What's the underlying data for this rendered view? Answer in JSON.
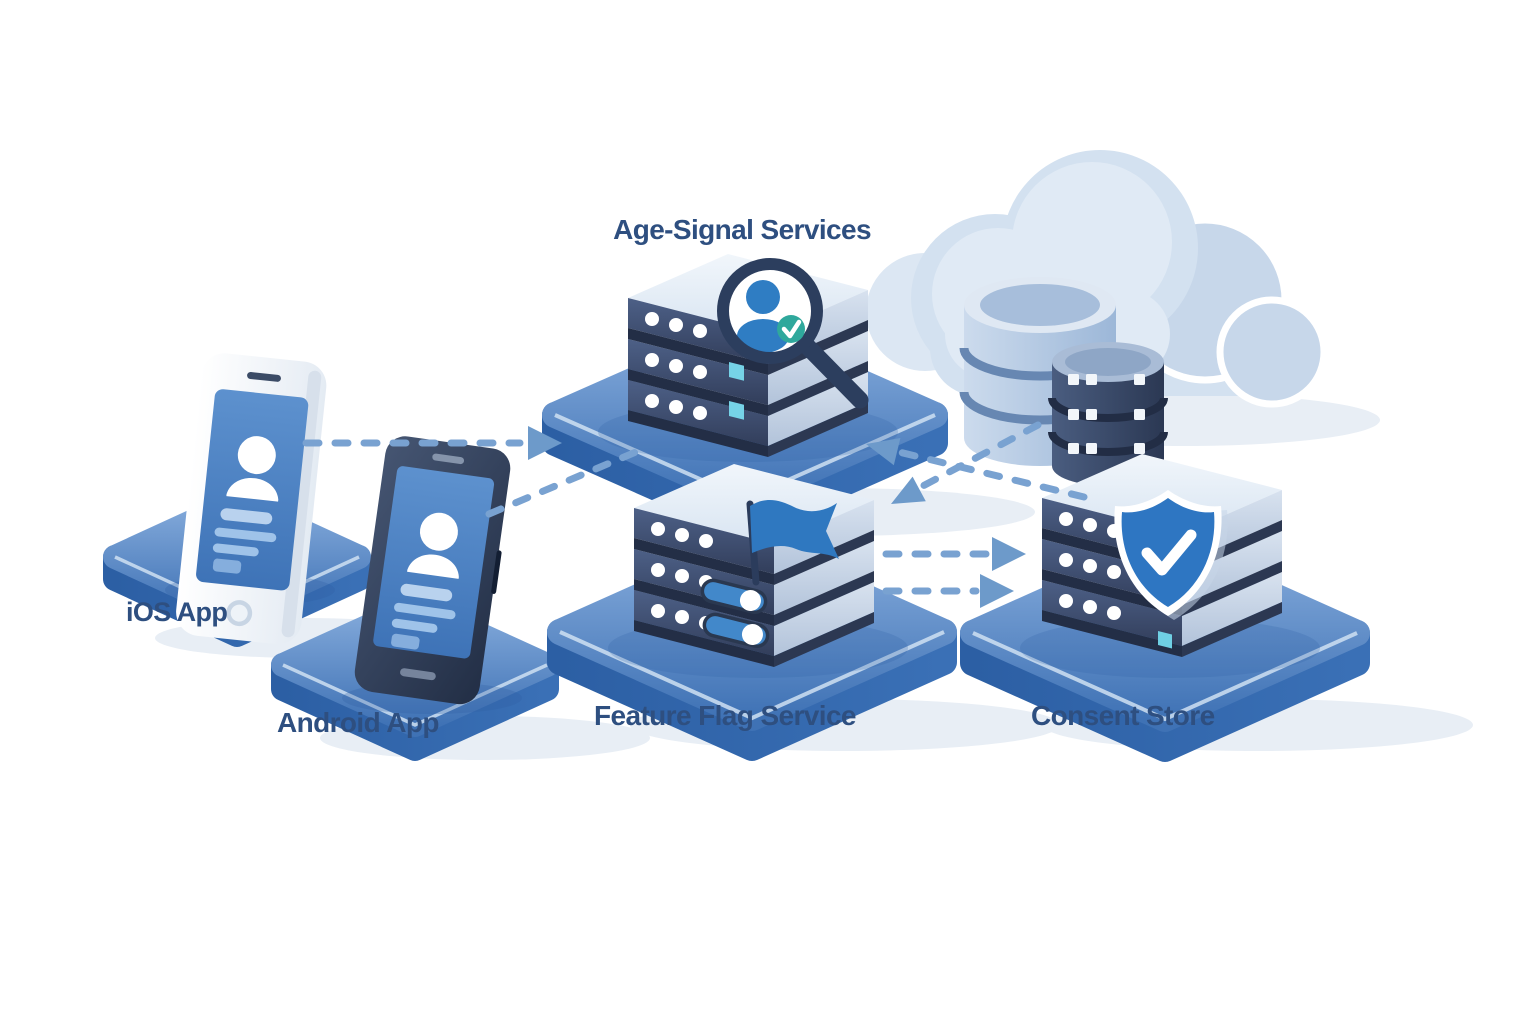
{
  "diagram": {
    "type": "system-architecture-illustration",
    "background": "#ffffff",
    "nodes": [
      {
        "id": "ios-app",
        "label": "iOS App",
        "icon": "smartphone-user-profile"
      },
      {
        "id": "android-app",
        "label": "Android App",
        "icon": "smartphone-user-profile"
      },
      {
        "id": "age-signal-services",
        "label": "Age-Signal Services",
        "icon": "server-stack-magnifier-user-check"
      },
      {
        "id": "feature-flag-service",
        "label": "Feature Flag Service",
        "icon": "server-stack-flag-toggles"
      },
      {
        "id": "consent-store",
        "label": "Consent Store",
        "icon": "server-stack-shield-check"
      },
      {
        "id": "cloud-database",
        "label": "",
        "icon": "cloud-with-database-cylinders"
      }
    ],
    "connections": [
      {
        "from": "ios-app",
        "to": "age-signal-services",
        "style": "dashed-arrow"
      },
      {
        "from": "android-app",
        "to": "age-signal-services",
        "style": "dashed-line"
      },
      {
        "from": "cloud-database",
        "to": "feature-flag-service",
        "style": "dashed-arrow"
      },
      {
        "from": "consent-store",
        "to": "age-signal-services",
        "style": "dashed-arrow"
      },
      {
        "from": "feature-flag-service",
        "to": "consent-store",
        "style": "dashed-arrow"
      },
      {
        "from": "feature-flag-service",
        "to": "consent-store",
        "style": "dashed-arrow"
      }
    ],
    "palette": {
      "platform_blue": "#4a7fc0",
      "platform_side_blue": "#2f62a8",
      "server_navy": "#3a4964",
      "server_top": "#e6eef7",
      "accent_cyan": "#74d2e6",
      "label_text": "#2e4f80",
      "arrow_blue": "#79a2d1",
      "flag_blue": "#2f78c0",
      "shield_blue": "#2e76c2",
      "check_teal": "#2fa89c",
      "cloud_blue": "#d3e1f0"
    }
  }
}
